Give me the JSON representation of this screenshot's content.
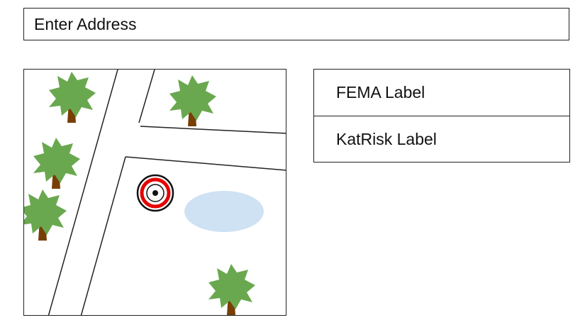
{
  "address": {
    "placeholder": "Enter Address",
    "value": ""
  },
  "map": {
    "icons": [
      "tree-icon",
      "location-pin-icon",
      "pond-icon"
    ],
    "colors": {
      "tree_foliage": "#6aa84f",
      "tree_trunk": "#783f04",
      "pond": "#cfe2f3",
      "pin_ring": "#e60000",
      "road_line": "#222222"
    }
  },
  "labels": {
    "fema": "FEMA Label",
    "katrisk": "KatRisk Label"
  }
}
